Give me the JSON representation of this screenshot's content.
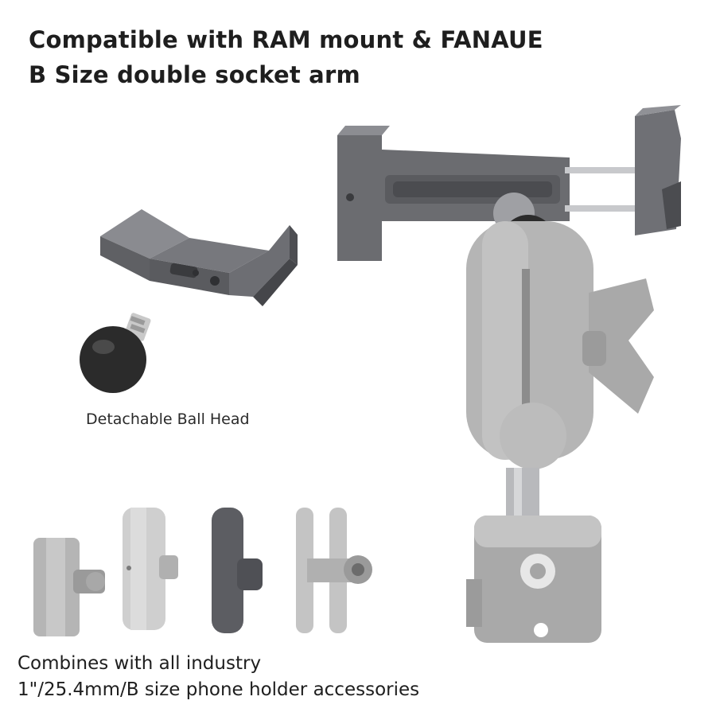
{
  "headline": {
    "line1": "Compatible with RAM mount & FANAUE",
    "line2": "B Size double socket arm"
  },
  "caption": "Detachable Ball Head",
  "footer": {
    "line1": "Combines with all industry",
    "line2": "1\"/25.4mm/B size phone holder accessories"
  },
  "colors": {
    "background": "#ffffff",
    "clamp_metal": "#6b6c70",
    "arm_grey": "#b5b5b5",
    "ball_black": "#2b2b2b"
  }
}
